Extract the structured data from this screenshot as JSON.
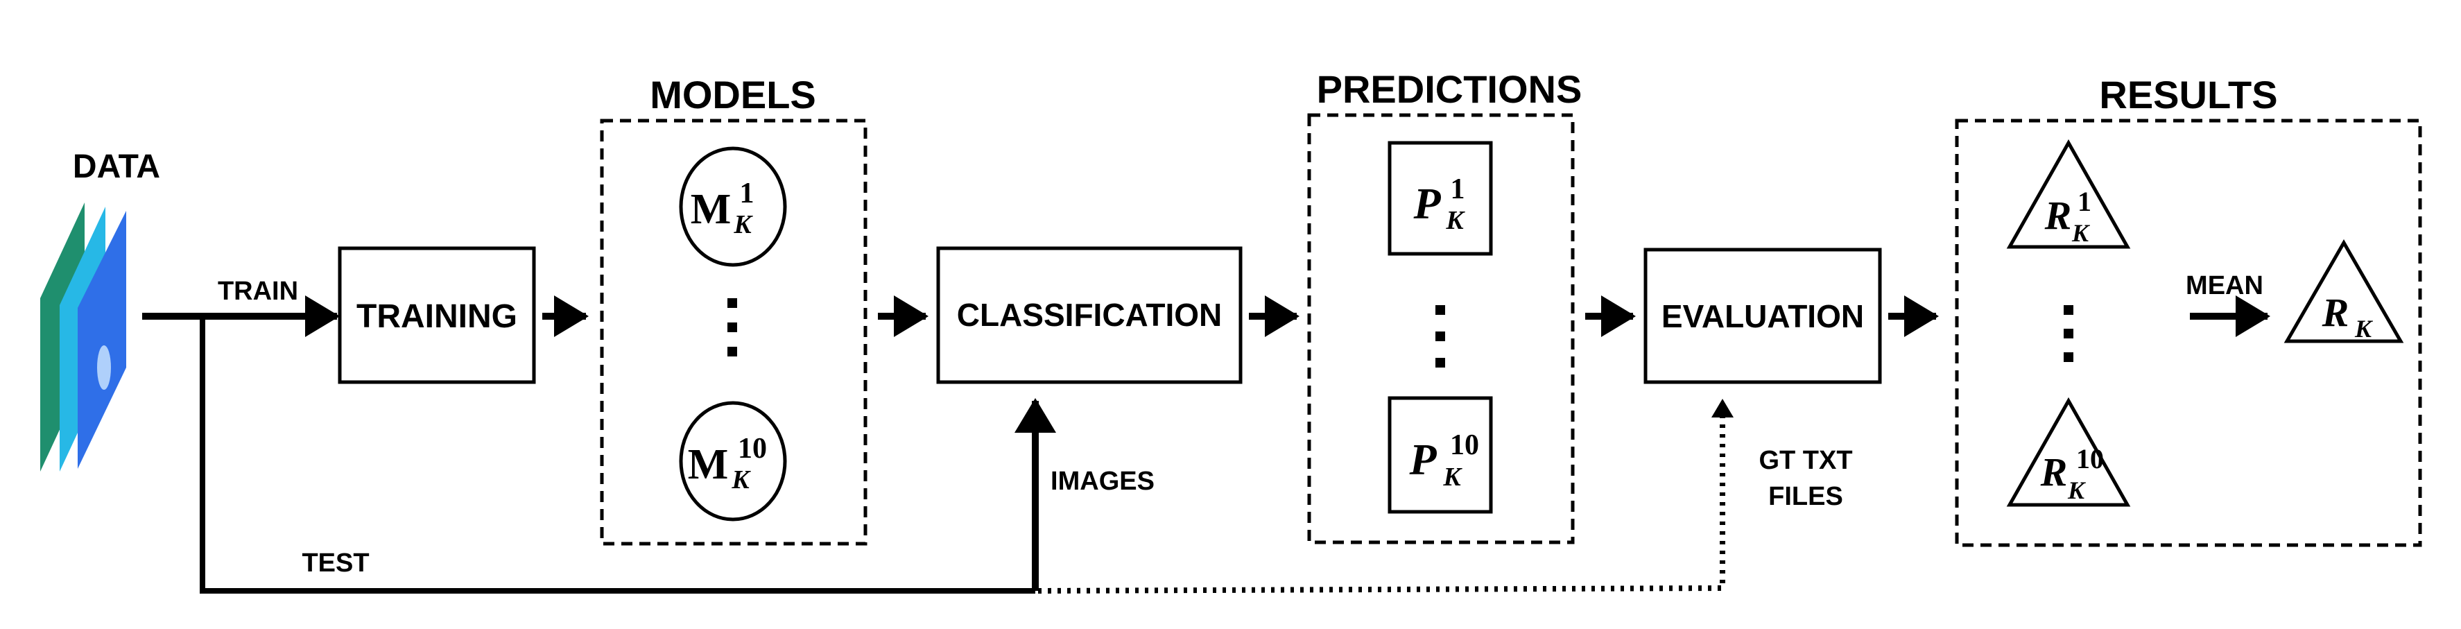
{
  "titles": {
    "data": "DATA",
    "models": "MODELS",
    "predictions": "PREDICTIONS",
    "results": "RESULTS"
  },
  "boxes": {
    "training": "TRAINING",
    "classification": "CLASSIFICATION",
    "evaluation": "EVALUATION"
  },
  "arrow_labels": {
    "train": "TRAIN",
    "test": "TEST",
    "images": "IMAGES",
    "gt_line1": "GT TXT",
    "gt_line2": "FILES",
    "mean": "MEAN"
  },
  "models": {
    "first": {
      "base": "M",
      "sup": "1",
      "sub": "K"
    },
    "last": {
      "base": "M",
      "sup": "10",
      "sub": "K"
    }
  },
  "predictions": {
    "first": {
      "base": "P",
      "sup": "1",
      "sub": "K"
    },
    "last": {
      "base": "P",
      "sup": "10",
      "sub": "K"
    }
  },
  "results": {
    "first": {
      "base": "R",
      "sup": "1",
      "sub": "K"
    },
    "last": {
      "base": "R",
      "sup": "10",
      "sub": "K"
    },
    "mean": {
      "base": "R",
      "sub": "K"
    }
  },
  "colors": {
    "stroke": "#000000",
    "stack_back": "#1f8f6e",
    "stack_mid": "#27b8e6",
    "stack_front": "#2f6fe8"
  }
}
